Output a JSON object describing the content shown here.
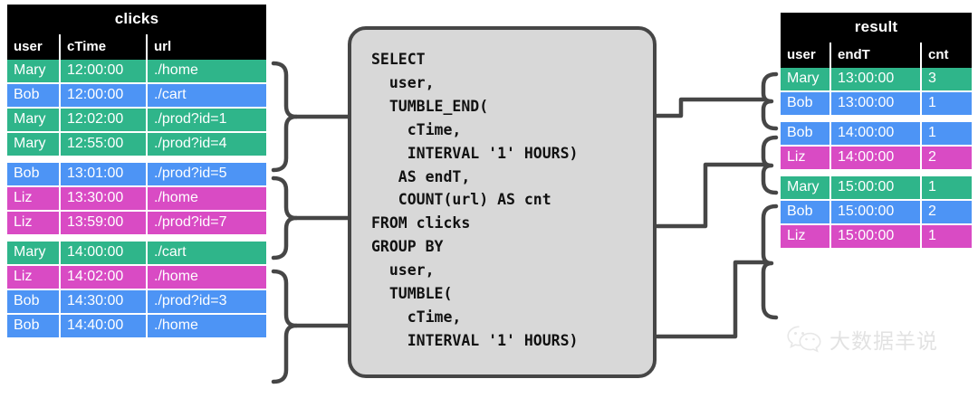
{
  "clicks": {
    "title": "clicks",
    "columns": [
      "user",
      "cTime",
      "url"
    ],
    "groups": [
      {
        "rows": [
          {
            "user": "Mary",
            "cTime": "12:00:00",
            "url": "./home",
            "color": "green"
          },
          {
            "user": "Bob",
            "cTime": "12:00:00",
            "url": "./cart",
            "color": "blue"
          },
          {
            "user": "Mary",
            "cTime": "12:02:00",
            "url": "./prod?id=1",
            "color": "green"
          },
          {
            "user": "Mary",
            "cTime": "12:55:00",
            "url": "./prod?id=4",
            "color": "green"
          }
        ]
      },
      {
        "rows": [
          {
            "user": "Bob",
            "cTime": "13:01:00",
            "url": "./prod?id=5",
            "color": "blue"
          },
          {
            "user": "Liz",
            "cTime": "13:30:00",
            "url": "./home",
            "color": "magenta"
          },
          {
            "user": "Liz",
            "cTime": "13:59:00",
            "url": "./prod?id=7",
            "color": "magenta"
          }
        ]
      },
      {
        "rows": [
          {
            "user": "Mary",
            "cTime": "14:00:00",
            "url": "./cart",
            "color": "green"
          },
          {
            "user": "Liz",
            "cTime": "14:02:00",
            "url": "./home",
            "color": "magenta"
          },
          {
            "user": "Bob",
            "cTime": "14:30:00",
            "url": "./prod?id=3",
            "color": "blue"
          },
          {
            "user": "Bob",
            "cTime": "14:40:00",
            "url": "./home",
            "color": "blue"
          }
        ]
      }
    ]
  },
  "result": {
    "title": "result",
    "columns": [
      "user",
      "endT",
      "cnt"
    ],
    "groups": [
      {
        "rows": [
          {
            "user": "Mary",
            "endT": "13:00:00",
            "cnt": "3",
            "color": "green"
          },
          {
            "user": "Bob",
            "endT": "13:00:00",
            "cnt": "1",
            "color": "blue"
          }
        ]
      },
      {
        "rows": [
          {
            "user": "Bob",
            "endT": "14:00:00",
            "cnt": "1",
            "color": "blue"
          },
          {
            "user": "Liz",
            "endT": "14:00:00",
            "cnt": "2",
            "color": "magenta"
          }
        ]
      },
      {
        "rows": [
          {
            "user": "Mary",
            "endT": "15:00:00",
            "cnt": "1",
            "color": "green"
          },
          {
            "user": "Bob",
            "endT": "15:00:00",
            "cnt": "2",
            "color": "blue"
          },
          {
            "user": "Liz",
            "endT": "15:00:00",
            "cnt": "1",
            "color": "magenta"
          }
        ]
      }
    ]
  },
  "sql": {
    "code": "SELECT\n  user,\n  TUMBLE_END(\n    cTime,\n    INTERVAL '1' HOURS)\n   AS endT,\n   COUNT(url) AS cnt\nFROM clicks\nGROUP BY\n  user,\n  TUMBLE(\n    cTime,\n    INTERVAL '1' HOURS)"
  },
  "watermark": {
    "text": "大数据羊说",
    "icon": "wechat-icon"
  },
  "colors": {
    "green": "#2fb58a",
    "blue": "#4d94f5",
    "magenta": "#d94bc4",
    "header_bg": "#000000",
    "sql_bg": "#d8d8d8",
    "sql_border": "#464646",
    "connector": "#464646"
  }
}
